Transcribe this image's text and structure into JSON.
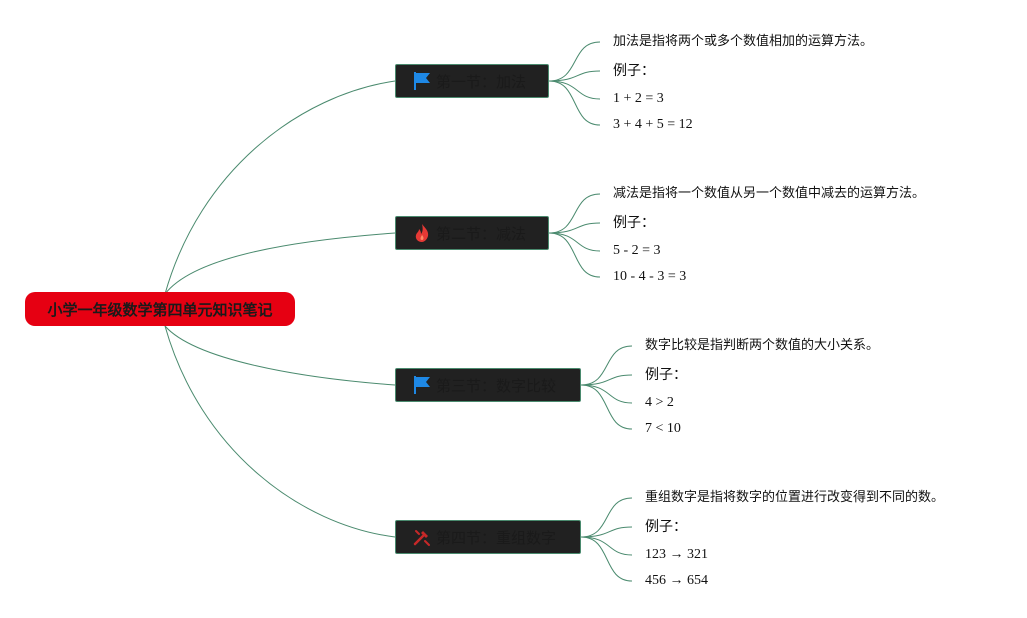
{
  "root": {
    "title": "小学一年级数学第四单元知识笔记"
  },
  "topics": [
    {
      "label": "第一节：加法",
      "icon": "flag-icon",
      "icon_color": "#1e88e5",
      "items": [
        "加法是指将两个或多个数值相加的运算方法。",
        "例子：",
        "1 + 2 = 3",
        "3 + 4 + 5 = 12"
      ]
    },
    {
      "label": "第二节：减法",
      "icon": "fire-icon",
      "icon_color": "#e53935",
      "items": [
        "减法是指将一个数值从另一个数值中减去的运算方法。",
        "例子：",
        "5 - 2 = 3",
        "10 - 4 - 3 = 3"
      ]
    },
    {
      "label": "第三节：数字比较",
      "icon": "flag-icon",
      "icon_color": "#1e88e5",
      "items": [
        "数字比较是指判断两个数值的大小关系。",
        "例子：",
        "4 > 2",
        "7 < 10"
      ]
    },
    {
      "label": "第四节：重组数字",
      "icon": "tools-icon",
      "icon_color": "#c62828",
      "items": [
        "重组数字是指将数字的位置进行改变得到不同的数。",
        "例子：",
        "123 → 321",
        "456 → 654"
      ]
    }
  ],
  "colors": {
    "root_bg": "#e60012",
    "topic_bg": "#212121",
    "connector": "#4a8a6e"
  }
}
